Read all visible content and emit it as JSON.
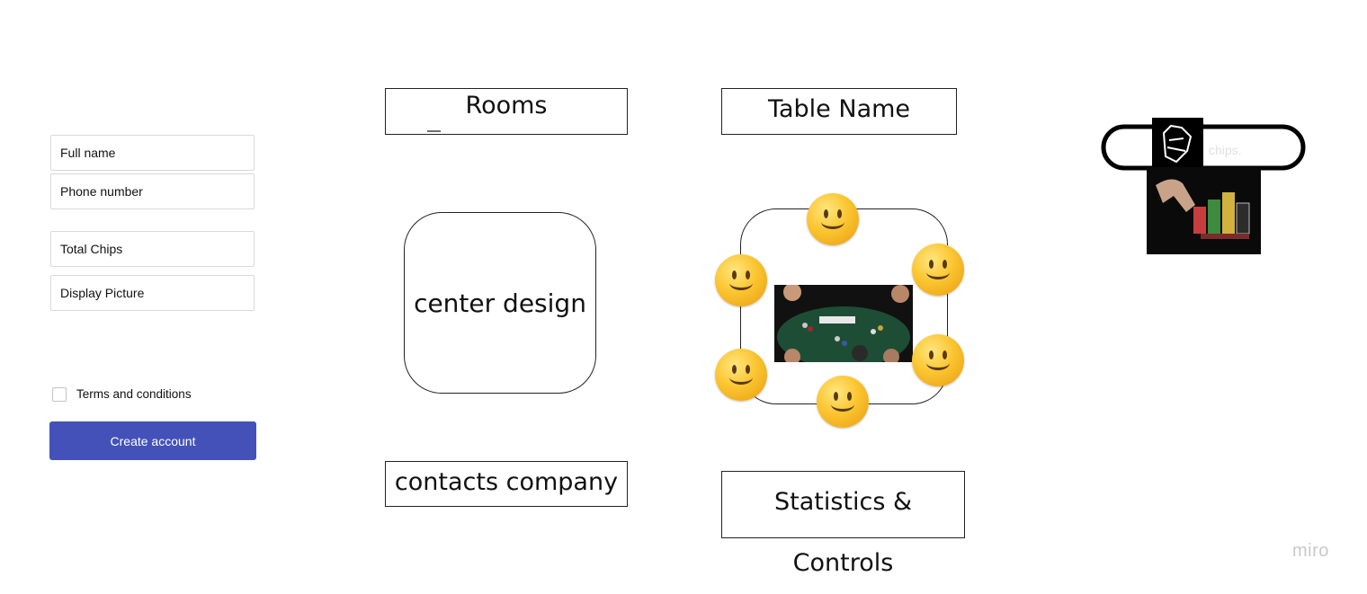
{
  "form": {
    "full_name_placeholder": "Full name",
    "phone_placeholder": "Phone number",
    "chips_placeholder": "Total Chips",
    "picture_placeholder": "Display Picture",
    "terms_label": "Terms and conditions",
    "terms_checked": false,
    "create_button_label": "Create account"
  },
  "rooms_panel": {
    "rooms_title": "Rooms",
    "center_label": "center design",
    "contacts_label": "contacts company"
  },
  "table_panel": {
    "table_name": "Table Name",
    "statistics_label": "Statistics & Controls",
    "player_icon": "smiley-face",
    "table_image": "poker-table-photo"
  },
  "logo_panel": {
    "banner_icon": "chips-logo",
    "hand_image": "hand-stacking-chips"
  },
  "watermark": "miro",
  "colors": {
    "accent": "#4351b8",
    "field_border": "#d9d9d9",
    "felt": "#1e4d36"
  }
}
